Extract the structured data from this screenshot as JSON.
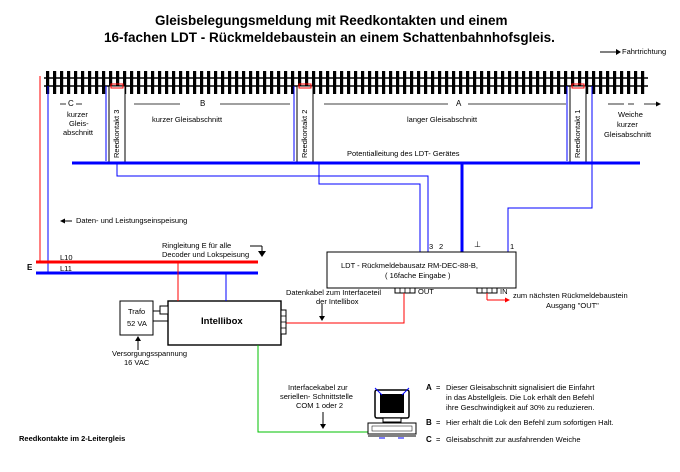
{
  "title": {
    "line1": "Gleisbelegungsmeldung mit Reedkontakten und einem",
    "line2": "16-fachen LDT - Rückmeldebaustein an einem Schattenbahnhofsgleis."
  },
  "direction_label": "Fahrtrichtung",
  "sections": {
    "c_letter": "C",
    "c_desc": [
      "kurzer",
      "Gleis-",
      "abschnitt"
    ],
    "b_letter": "B",
    "b_desc": "kurzer Gleisabschnitt",
    "a_letter": "A",
    "a_desc": "langer Gleisabschnitt",
    "weiche_label": "Weiche",
    "right_desc": [
      "kurzer",
      "Gleisabschnitt"
    ]
  },
  "reed_contacts": [
    "Reedkontakt 3",
    "Reedkontakt 2",
    "Reedkontakt 1"
  ],
  "potential_line_label": "Potentialleitung des LDT- Gerätes",
  "feed_label": "Daten- und Leistungseinspeisung",
  "ring_label": [
    "Ringleitung E für alle",
    "Decoder und Lokspeisung"
  ],
  "rails": {
    "l10": "L10",
    "l11": "L11",
    "e": "E"
  },
  "ldt_box": {
    "line1": "LDT - Rückmeldebausatz RM-DEC-88-B,",
    "line2": "( 16fache Eingabe )",
    "out": "OUT",
    "in": "IN",
    "pins": [
      "3",
      "2",
      "⊥",
      "1"
    ]
  },
  "next_module_label": [
    "zum nächsten Rückmeldebaustein",
    "Ausgang \"OUT\""
  ],
  "datenkabel_label": [
    "Datenkabel zum Interfaceteil",
    "der Intellibox"
  ],
  "trafo": [
    "Trafo",
    "52 VA"
  ],
  "intellibox": "Intellibox",
  "versorgung": [
    "Versorgungsspannung",
    "16 VAC"
  ],
  "interface_label": [
    "Interfacekabel zur",
    "seriellen- Schnittstelle",
    "COM 1 oder 2"
  ],
  "footer_label": "Reedkontakte im 2-Leitergleis",
  "legend": [
    {
      "key": "A",
      "sep": "=",
      "lines": [
        "Dieser Gleisabschnitt signalisiert die Einfahrt",
        "in das Abstellgleis. Die Lok erhält den Befehl",
        "ihre Geschwindigkeit auf 30% zu reduzieren."
      ]
    },
    {
      "key": "B",
      "sep": "=",
      "lines": [
        "Hier erhält die Lok den Befehl zum sofortigen Halt."
      ]
    },
    {
      "key": "C",
      "sep": "=",
      "lines": [
        "Gleisabschnitt zur ausfahrenden Weiche"
      ]
    }
  ],
  "colors": {
    "blue": "#0000ff",
    "red": "#ff0000",
    "green": "#00c000",
    "black": "#000000"
  }
}
